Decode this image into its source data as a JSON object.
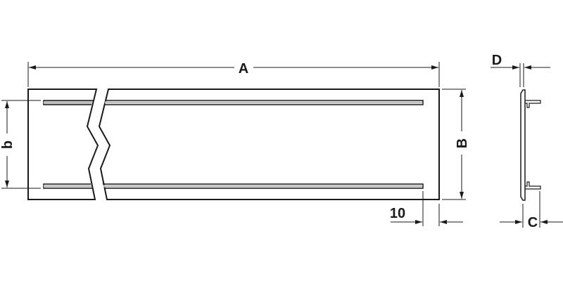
{
  "drawing": {
    "labels": {
      "A": "A",
      "B": "B",
      "b": "b",
      "C": "C",
      "D": "D",
      "ten": "10"
    },
    "colors": {
      "line": "#1a1a1a",
      "slot_fill": "#bfbfbf",
      "background": "#ffffff"
    }
  }
}
